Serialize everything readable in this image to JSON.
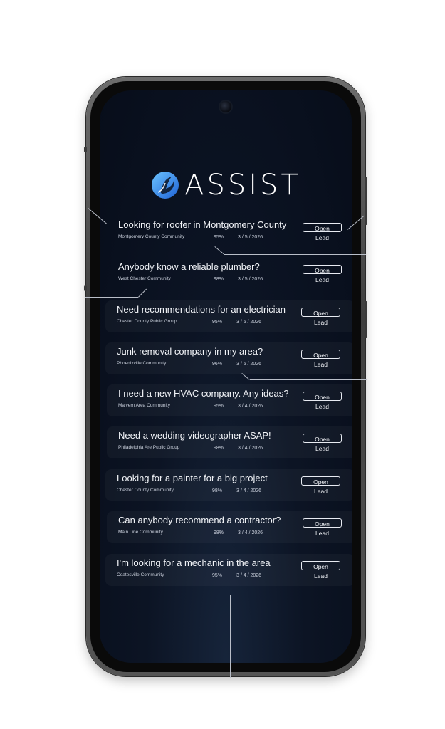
{
  "app": {
    "brand_name": "ASSIST"
  },
  "leads": [
    {
      "title": "Looking for roofer in Montgomery County",
      "group": "Montgomery County Community",
      "score": "95%",
      "date": "3 / 5 / 2026",
      "action": "Open Lead"
    },
    {
      "title": "Anybody know a reliable plumber?",
      "group": "West Chester Community",
      "score": "98%",
      "date": "3 / 5 / 2026",
      "action": "Open Lead"
    },
    {
      "title": "Need recommendations for an electrician",
      "group": "Chester County Public Group",
      "score": "95%",
      "date": "3 / 5 / 2026",
      "action": "Open Lead"
    },
    {
      "title": "Junk removal company in my area?",
      "group": "Phoenixville Community",
      "score": "96%",
      "date": "3 / 5 / 2026",
      "action": "Open Lead"
    },
    {
      "title": "I need a new HVAC company. Any ideas?",
      "group": "Malvern Area Community",
      "score": "95%",
      "date": "3 / 4 / 2026",
      "action": "Open Lead"
    },
    {
      "title": "Need a wedding videographer ASAP!",
      "group": "Philadelphia Are Public Group",
      "score": "98%",
      "date": "3 / 4 / 2026",
      "action": "Open Lead"
    },
    {
      "title": "Looking for a painter for a big project",
      "group": "Chester County Community",
      "score": "98%",
      "date": "3 / 4 / 2026",
      "action": "Open Lead"
    },
    {
      "title": "Can anybody recommend a contractor?",
      "group": "Main Line Community",
      "score": "98%",
      "date": "3 / 4 / 2026",
      "action": "Open Lead"
    },
    {
      "title": "I'm looking for a mechanic in the area",
      "group": "Coatesville Community",
      "score": "95%",
      "date": "3 / 4 / 2026",
      "action": "Open Lead"
    }
  ],
  "colors": {
    "screen_bg": "#0c1424",
    "accent": "#2f8fe8",
    "text": "#f2f4f8"
  }
}
